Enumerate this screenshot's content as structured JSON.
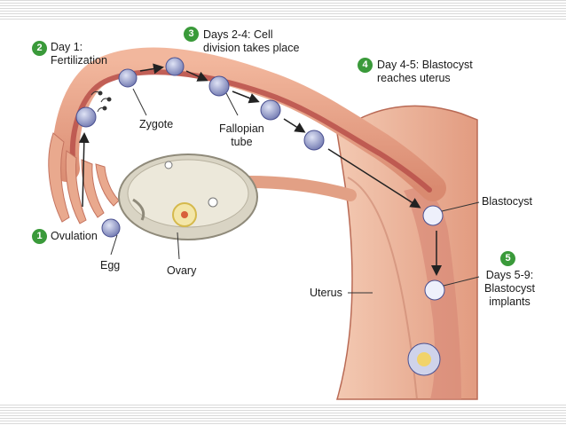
{
  "labels": {
    "day1": [
      "Day 1:",
      "Fertilization"
    ],
    "days24": [
      "Days 2-4: Cell",
      "division takes place"
    ],
    "day45": [
      "Day 4-5: Blastocyst",
      "reaches uterus"
    ],
    "ovulation": "Ovulation",
    "egg": "Egg",
    "ovary": "Ovary",
    "zygote": "Zygote",
    "fallopian": [
      "Fallopian",
      "tube"
    ],
    "blastocyst": "Blastocyst",
    "days59": [
      "Days 5-9:",
      "Blastocyst",
      "implants"
    ],
    "uterus": "Uterus"
  },
  "steps": [
    "1",
    "2",
    "3",
    "4",
    "5"
  ],
  "colors": {
    "tissue": "#e9a98e",
    "tissue_dark": "#c4735f",
    "lumen": "#b8504a",
    "uterine_wall": "#f0c2a8",
    "badge": "#3a9a3a",
    "cell": "#8c94c6"
  }
}
